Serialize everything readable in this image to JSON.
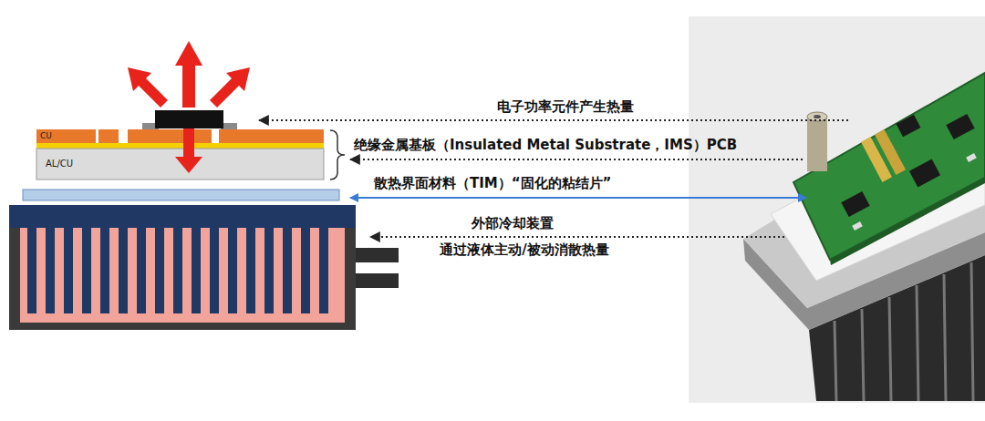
{
  "diagram": {
    "nodes": [
      {
        "text": [
          "CU"
        ]
      },
      {
        "text": [
          "AL/CU"
        ]
      }
    ],
    "labels": [
      "电子功率元件产生热量",
      "绝缘金属基板（Insulated Metal Substrate，IMS）PCB",
      "散热界面材料（TIM）“固化的粘结片”",
      "外部冷却装置",
      "通过液体主动/被动消散热量"
    ]
  }
}
